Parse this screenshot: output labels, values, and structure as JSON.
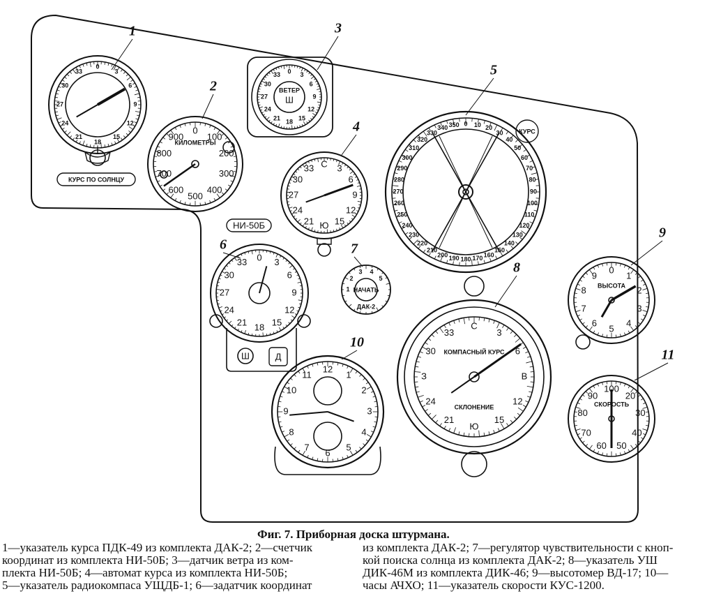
{
  "figure": {
    "title": "Фиг. 7. Приборная доска штурмана.",
    "caption_left": [
      "1—указатель курса ПДК-49 из комплекта ДАК-2; 2—счетчик",
      "координат из комплекта НИ-50Б; 3—датчик ветра из ком-",
      "плекта НИ-50Б; 4—автомат курса из комплекта НИ-50Б;",
      "5—указатель радиокомпаса УЩДБ-1; 6—задатчик координат"
    ],
    "caption_right": [
      "из комплекта ДАК-2; 7—регулятор чувствительности с кноп-",
      "кой поиска солнца из комплекта ДАК-2; 8—указатель УШ",
      "ДИК-46М из комплекта ДИК-46; 9—высотомер ВД-17; 10—",
      "часы АЧХО; 11—указатель скорости КУС-1200."
    ]
  },
  "callouts": [
    "1",
    "2",
    "3",
    "4",
    "5",
    "6",
    "7",
    "8",
    "9",
    "10",
    "11"
  ],
  "labels": {
    "sun_course": "КУРС ПО СОЛНЦУ",
    "ni50b": "НИ-50Б",
    "kilometers": "КИЛОМЕТРЫ",
    "wind": "ВЕТЕР",
    "course": "КУРС",
    "compass_course": "КОМПАСНЫЙ КУРС",
    "declination": "СКЛОНЕНИЕ",
    "altitude": "ВЫСОТА",
    "speed": "СКОРОСТЬ",
    "dak2": "ДАК-2",
    "start": "НАЧАТЬ",
    "sh": "Ш",
    "d": "Д"
  },
  "dial_scales": {
    "d2": [
      "900",
      "0",
      "100",
      "200",
      "300",
      "400",
      "500",
      "600",
      "700",
      "800"
    ],
    "d9": [
      "0",
      "1",
      "2",
      "3",
      "4",
      "5",
      "6",
      "7",
      "8",
      "9"
    ],
    "d11": [
      "100",
      "20",
      "30",
      "40",
      "50",
      "60",
      "70",
      "80",
      "90"
    ],
    "d10": [
      "12",
      "1",
      "2",
      "3",
      "4",
      "5",
      "6",
      "7",
      "8",
      "9",
      "10",
      "11"
    ],
    "compass": [
      "С",
      "3",
      "6",
      "В",
      "12",
      "15",
      "Ю",
      "21",
      "24",
      "З",
      "30",
      "33"
    ]
  }
}
